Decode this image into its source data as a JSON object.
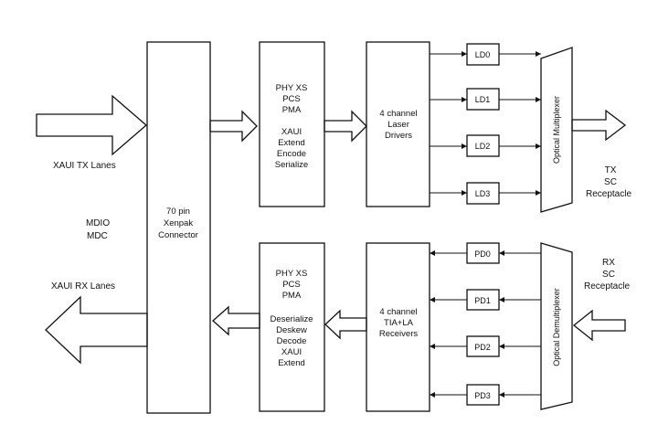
{
  "diagram": {
    "inputs": {
      "tx_lanes": "XAUI TX Lanes",
      "rx_lanes": "XAUI RX Lanes",
      "mgmt": [
        "MDIO",
        "MDC"
      ]
    },
    "connector": [
      "70 pin",
      "Xenpak",
      "Connector"
    ],
    "phy_tx": [
      "PHY XS",
      "PCS",
      "PMA",
      "",
      "XAUI",
      "Extend",
      "Encode",
      "Serialize"
    ],
    "phy_rx": [
      "PHY XS",
      "PCS",
      "PMA",
      "",
      "Deserialize",
      "Deskew",
      "Decode",
      "XAUI",
      "Extend"
    ],
    "laser_drivers": [
      "4 channel",
      "Laser",
      "Drivers"
    ],
    "receivers": [
      "4 channel",
      "TIA+LA",
      "Receivers"
    ],
    "ld": [
      "LD0",
      "LD1",
      "LD2",
      "LD3"
    ],
    "pd": [
      "PD0",
      "PD1",
      "PD2",
      "PD3"
    ],
    "mux": "Optical Multiplexer",
    "demux": "Optical Demultiplexer",
    "tx_receptacle": [
      "TX",
      "SC",
      "Receptacle"
    ],
    "rx_receptacle": [
      "RX",
      "SC",
      "Receptacle"
    ]
  }
}
